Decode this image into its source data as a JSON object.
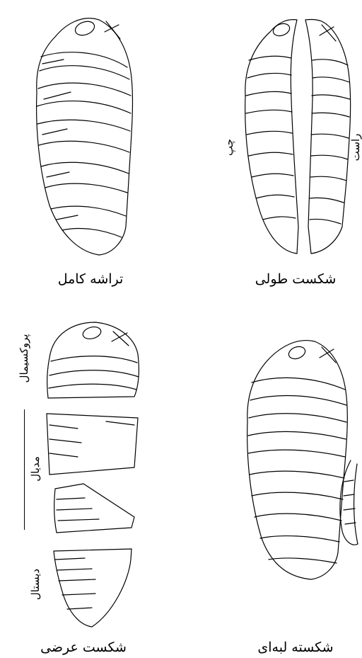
{
  "panels": {
    "complete_flake": {
      "caption": "تراشه کامل"
    },
    "longitudinal_break": {
      "caption": "شکست طولی",
      "left_label": "چپ",
      "right_label": "راست"
    },
    "transverse_break": {
      "caption": "شکست عرضی",
      "proximal_label": "پروکسیمال",
      "medial_label": "مدیال",
      "distal_label": "دیستال"
    },
    "lip_break": {
      "caption": "شکسته لبه‌ای"
    }
  }
}
